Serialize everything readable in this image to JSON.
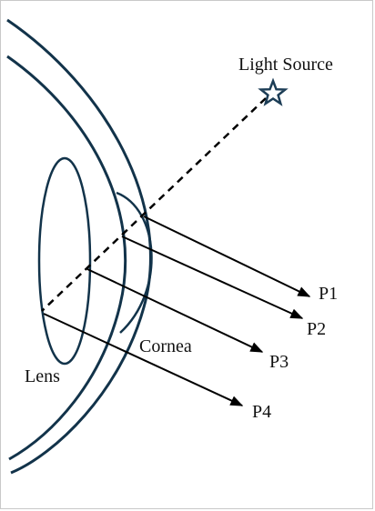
{
  "labels": {
    "light_source": "Light Source",
    "cornea": "Cornea",
    "lens": "Lens",
    "p1": "P1",
    "p2": "P2",
    "p3": "P3",
    "p4": "P4"
  },
  "colors": {
    "eye_outline": "#12334a",
    "arrows": "#000000",
    "star": "#1c3d56"
  },
  "icons": {
    "light_source": "star-icon"
  }
}
